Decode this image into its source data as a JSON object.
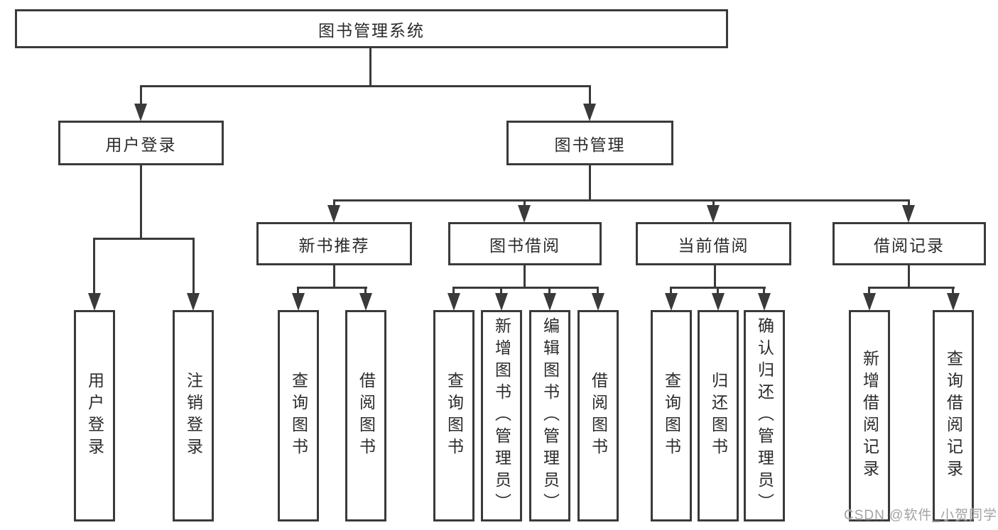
{
  "nodes": {
    "root": "图书管理系统",
    "user_branch": "用户登录",
    "book_branch": "图书管理",
    "recommend": "新书推荐",
    "borrowing": "图书借阅",
    "current": "当前借阅",
    "records": "借阅记录",
    "leaves": {
      "user_login": "用户登录",
      "logout": "注销登录",
      "rec_query": "查询图书",
      "rec_borrow": "借阅图书",
      "bor_query": "查询图书",
      "bor_add": "新增图书（管理员）",
      "bor_edit": "编辑图书（管理员）",
      "bor_borrow": "借阅图书",
      "cur_query": "查询图书",
      "cur_return": "归还图书",
      "cur_confirm": "确认归还（管理员）",
      "log_add": "新增借阅记录",
      "log_query": "查询借阅记录"
    }
  },
  "watermark": "CSDN @软件_小贺同学",
  "colors": {
    "line": "#3a3a3a",
    "text": "#2b2b2b",
    "watermark": "#a3a3a3",
    "background": "#ffffff"
  }
}
